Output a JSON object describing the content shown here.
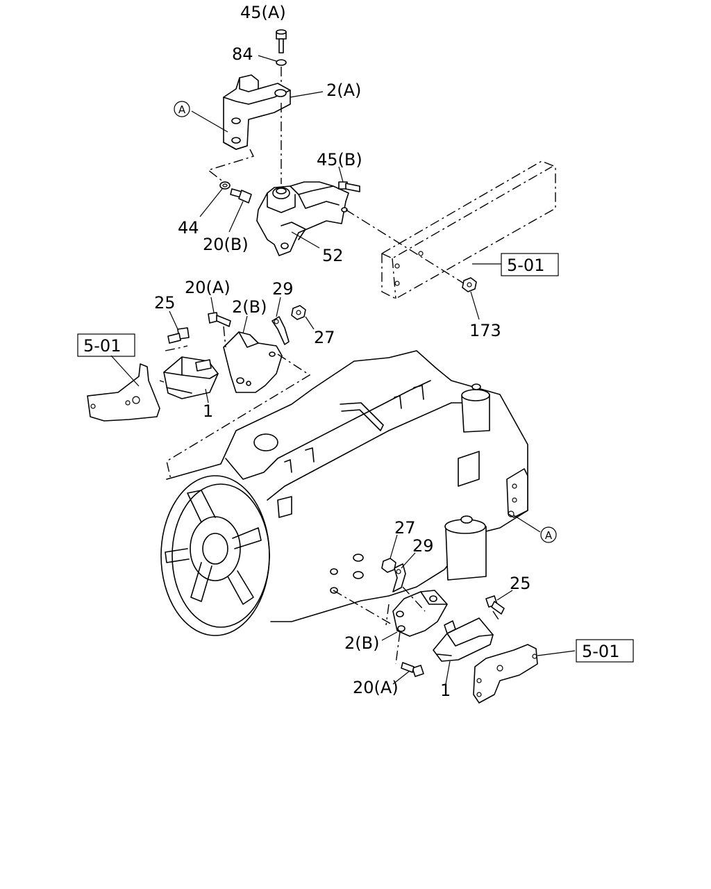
{
  "callouts": {
    "bolt_45a": "45(A)",
    "washer_84": "84",
    "bracket_2a": "2(A)",
    "ref_a_top": "A",
    "bolt_45b": "45(B)",
    "washer_44": "44",
    "bolt_20b": "20(B)",
    "bracket_52": "52",
    "frame_ref_top": "5-01",
    "nut_173": "173",
    "bolt_20a_left": "20(A)",
    "bolt_25_left": "25",
    "bracket_2b_left": "2(B)",
    "plate_29_left": "29",
    "nut_27_left": "27",
    "frame_ref_left": "5-01",
    "mount_1_left": "1",
    "ref_a_right": "A",
    "nut_27_right": "27",
    "plate_29_right": "29",
    "bolt_25_right": "25",
    "bracket_2b_right": "2(B)",
    "frame_ref_right": "5-01",
    "bolt_20a_right": "20(A)",
    "mount_1_right": "1"
  }
}
